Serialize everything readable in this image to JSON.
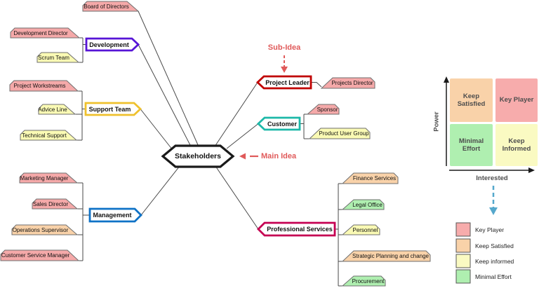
{
  "palette": {
    "pink": "#F5A9A9",
    "yellow": "#FAFAB4",
    "peach": "#F9D2A9",
    "green": "#AFEFB0",
    "connector": "#4a4a4a",
    "annotation_red": "#E05A5A",
    "pointer_blue": "#55A8CC"
  },
  "center": {
    "label": "Stakeholders",
    "border": "#1a1a1a"
  },
  "annotations": {
    "sub_idea": "Sub-Idea",
    "main_idea": "Main Idea"
  },
  "branches": {
    "development": {
      "label": "Development",
      "color": "#5715D6"
    },
    "support_team": {
      "label": "Support Team",
      "color": "#EFC12D"
    },
    "management": {
      "label": "Management",
      "color": "#0F72C6"
    },
    "project_leader": {
      "label": "Project Leader",
      "color": "#C00000"
    },
    "customer": {
      "label": "Customer",
      "color": "#1CB8A8"
    },
    "professional_services": {
      "label": "Professional Services",
      "color": "#C50052"
    }
  },
  "topics": {
    "board_of_directors": {
      "label": "Board of Directors",
      "fill": "#F5A9A9"
    },
    "development_director": {
      "label": "Development Director",
      "fill": "#F5A9A9"
    },
    "scrum_team": {
      "label": "Scrum Team",
      "fill": "#FAFAB4"
    },
    "project_workstreams": {
      "label": "Project Workstreams",
      "fill": "#F5A9A9"
    },
    "advice_line": {
      "label": "Advice Line",
      "fill": "#FAFAB4"
    },
    "technical_support": {
      "label": "Technical Support",
      "fill": "#FAFAB4"
    },
    "marketing_manager": {
      "label": "Marketing Manager",
      "fill": "#F5A9A9"
    },
    "sales_director": {
      "label": "Sales Director",
      "fill": "#F5A9A9"
    },
    "operations_supervisor": {
      "label": "Operations Supervisor",
      "fill": "#F9D2A9"
    },
    "customer_service_manager": {
      "label": "Customer Service Manager",
      "fill": "#F5A9A9"
    },
    "projects_director": {
      "label": "Projects Director",
      "fill": "#F5A9A9"
    },
    "sponsor": {
      "label": "Sponsor",
      "fill": "#F5A9A9"
    },
    "product_user_group": {
      "label": "Product User Group",
      "fill": "#FAFAB4"
    },
    "finance_services": {
      "label": "Finance Services",
      "fill": "#F9D2A9"
    },
    "legal_office": {
      "label": "Legal Office",
      "fill": "#AFEFB0"
    },
    "personnel": {
      "label": "Personnel",
      "fill": "#FAFAB4"
    },
    "strategic_planning": {
      "label": "Strategic Planning and change",
      "fill": "#F9D2A9"
    },
    "procurement": {
      "label": "Procurement",
      "fill": "#AFEFB0"
    }
  },
  "matrix": {
    "y_label": "Power",
    "x_label": "Interested",
    "quadrants": {
      "keep_satisfied": {
        "label": "Keep Satisfied",
        "fill": "#F9D2A9"
      },
      "key_player": {
        "label": "Key Player",
        "fill": "#F7ACAC"
      },
      "minimal_effort": {
        "label": "Minimal Effort",
        "fill": "#AFEFB0"
      },
      "keep_informed": {
        "label": "Keep Informed",
        "fill": "#FAFAC2"
      }
    }
  },
  "legend": {
    "items": [
      {
        "label": "Key Player",
        "fill": "#F7ACAC"
      },
      {
        "label": "Keep Satisfied",
        "fill": "#F9D2A9"
      },
      {
        "label": "Keep informed",
        "fill": "#FAFAC2"
      },
      {
        "label": "Minimal Effort",
        "fill": "#AFEFB0"
      }
    ]
  }
}
